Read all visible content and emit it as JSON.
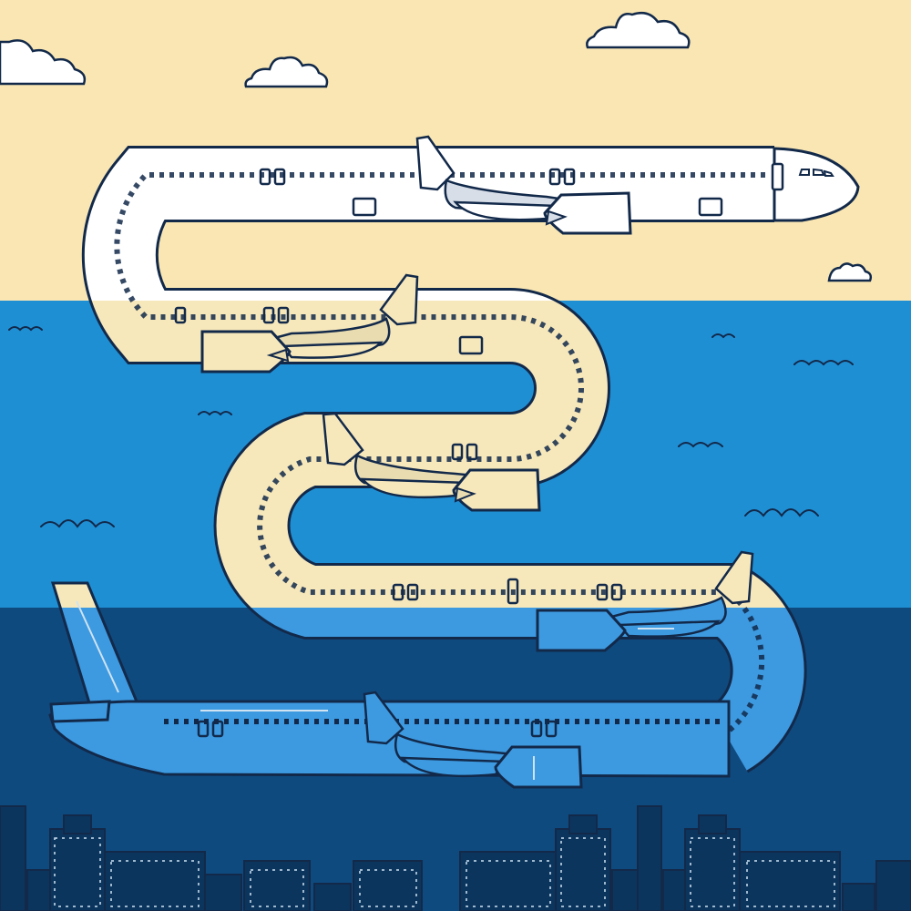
{
  "palette": {
    "sky": "#f9e6b3",
    "sea": "#1f8fd4",
    "deep_sea": "#0f4a7f",
    "outline": "#12294a",
    "fuselage_white": "#ffffff",
    "fuselage_cream": "#f7e8bb",
    "fuselage_blue": "#3d9ae0",
    "city": "#0c355e",
    "window_light": "#cfe3f3",
    "window_dark": "#1c5d92"
  },
  "scene_elements": [
    "cloud-icon",
    "wave-icon",
    "airplane-nose",
    "airplane-tail",
    "jet-engine-icon",
    "wing",
    "city-skyline"
  ]
}
